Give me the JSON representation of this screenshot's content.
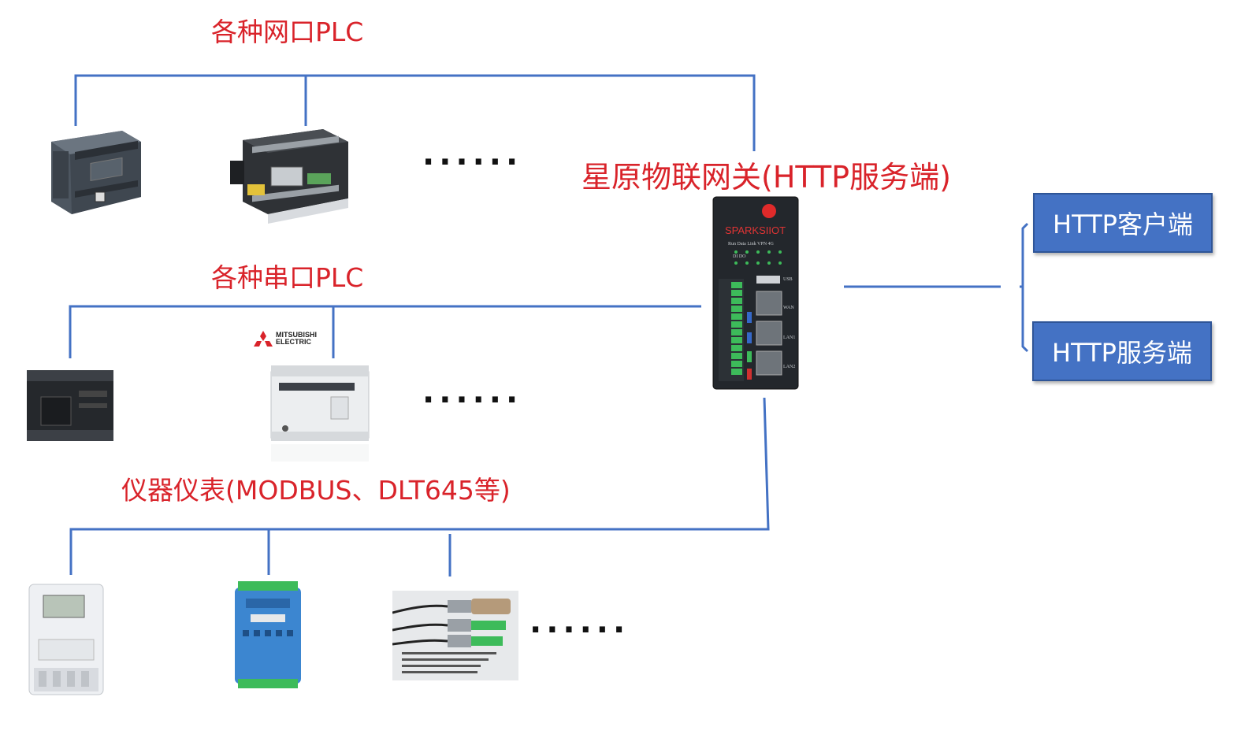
{
  "labels": {
    "ethernet_plc": "各种网口PLC",
    "serial_plc": "各种串口PLC",
    "instruments": "仪器仪表(MODBUS、DLT645等)",
    "gateway": "星原物联网关(HTTP服务端)"
  },
  "ellipsis": "......",
  "gateway_device": {
    "brand": "SPARKSIIOT",
    "indicators": "Run Data Link VPN 4G",
    "io": "DI  DO",
    "ports": [
      "USB",
      "WAN",
      "LAN1",
      "LAN2"
    ]
  },
  "mitsubishi_brand": [
    "MITSUBISHI",
    "ELECTRIC"
  ],
  "endpoints": {
    "client": "HTTP客户端",
    "server": "HTTP服务端"
  },
  "colors": {
    "wire": "#4472c4",
    "label_red": "#d9232a",
    "box_blue": "#4472c4"
  }
}
